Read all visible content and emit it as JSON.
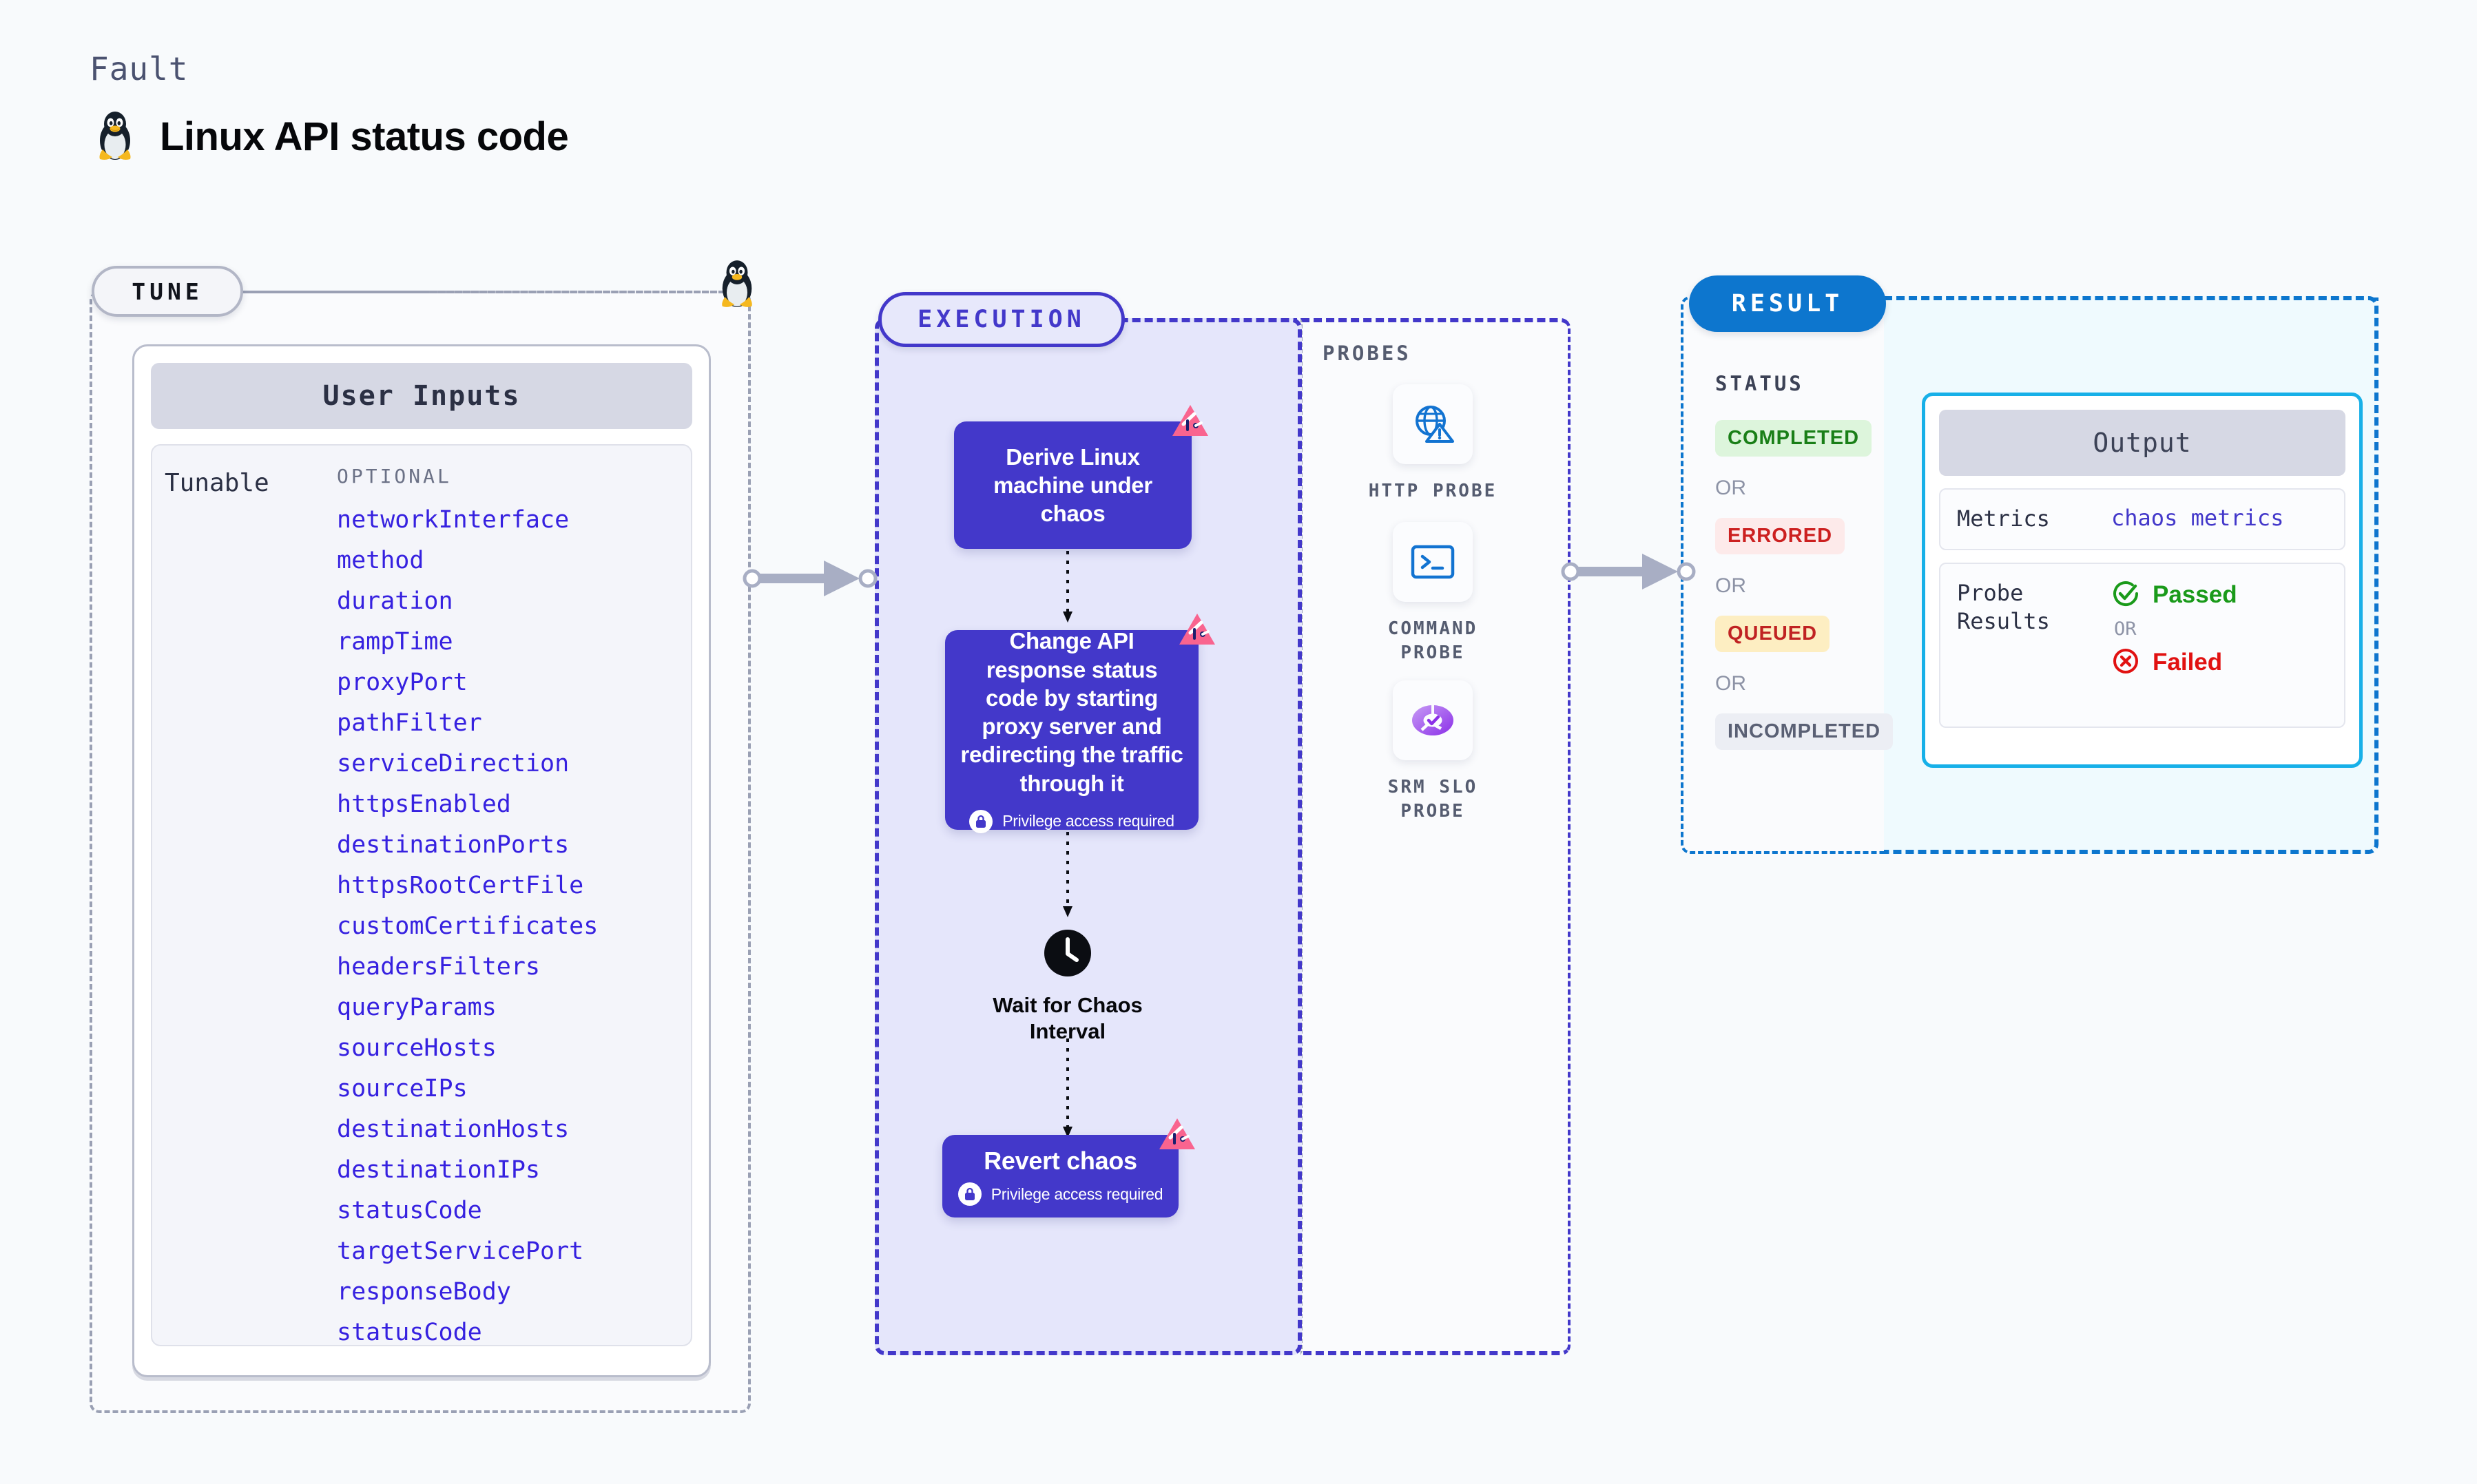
{
  "header": {
    "kicker": "Fault",
    "title": "Linux API status code",
    "icon": "linux-penguin-icon"
  },
  "tune": {
    "badge": "TUNE",
    "card": {
      "title": "User Inputs",
      "group_label": "Tunable",
      "section_label": "OPTIONAL",
      "params": [
        "networkInterface",
        "method",
        "duration",
        "rampTime",
        "proxyPort",
        "pathFilter",
        "serviceDirection",
        "httpsEnabled",
        "destinationPorts",
        "httpsRootCertFile",
        "customCertificates",
        "headersFilters",
        "queryParams",
        "sourceHosts",
        "sourceIPs",
        "destinationHosts",
        "destinationIPs",
        "statusCode",
        "targetServicePort",
        "responseBody",
        "statusCode"
      ]
    }
  },
  "execution": {
    "badge": "EXECUTION",
    "nodes": [
      {
        "label": "Derive Linux machine under chaos",
        "privilege": null,
        "chaos_badge": true
      },
      {
        "label": "Change API response status code by starting proxy server and redirecting the traffic through it",
        "privilege": "Privilege access required",
        "chaos_badge": true
      },
      {
        "label": "Wait for Chaos Interval",
        "privilege": null,
        "chaos_badge": false
      },
      {
        "label": "Revert chaos",
        "privilege": "Privilege access required",
        "chaos_badge": true
      }
    ]
  },
  "probes": {
    "title": "PROBES",
    "items": [
      {
        "label": "HTTP PROBE",
        "icon": "globe-warning-icon"
      },
      {
        "label": "COMMAND PROBE",
        "icon": "terminal-icon"
      },
      {
        "label": "SRM SLO PROBE",
        "icon": "slo-donut-check-icon"
      }
    ]
  },
  "result": {
    "badge": "RESULT",
    "status_title": "STATUS",
    "or_label": "OR",
    "statuses": [
      {
        "label": "COMPLETED",
        "bg": "#ddf5dc",
        "fg": "#1a7f18"
      },
      {
        "label": "ERRORED",
        "bg": "#fdeaea",
        "fg": "#cc2020"
      },
      {
        "label": "QUEUED",
        "bg": "#fdeec2",
        "fg": "#c02222"
      },
      {
        "label": "INCOMPLETED",
        "bg": "#eceef4",
        "fg": "#5a6074"
      }
    ],
    "output": {
      "title": "Output",
      "metrics_key": "Metrics",
      "metrics_value": "chaos metrics",
      "probe_results_key": "Probe Results",
      "passed": "Passed",
      "failed": "Failed",
      "or_label": "OR"
    }
  },
  "colors": {
    "accent_purple": "#4338ca",
    "accent_blue": "#0d76ce",
    "accent_cyan": "#17b0e8",
    "param_link": "#3621e0",
    "chaos_pink": "#f9648f",
    "page_bg": "#f8fafc"
  }
}
